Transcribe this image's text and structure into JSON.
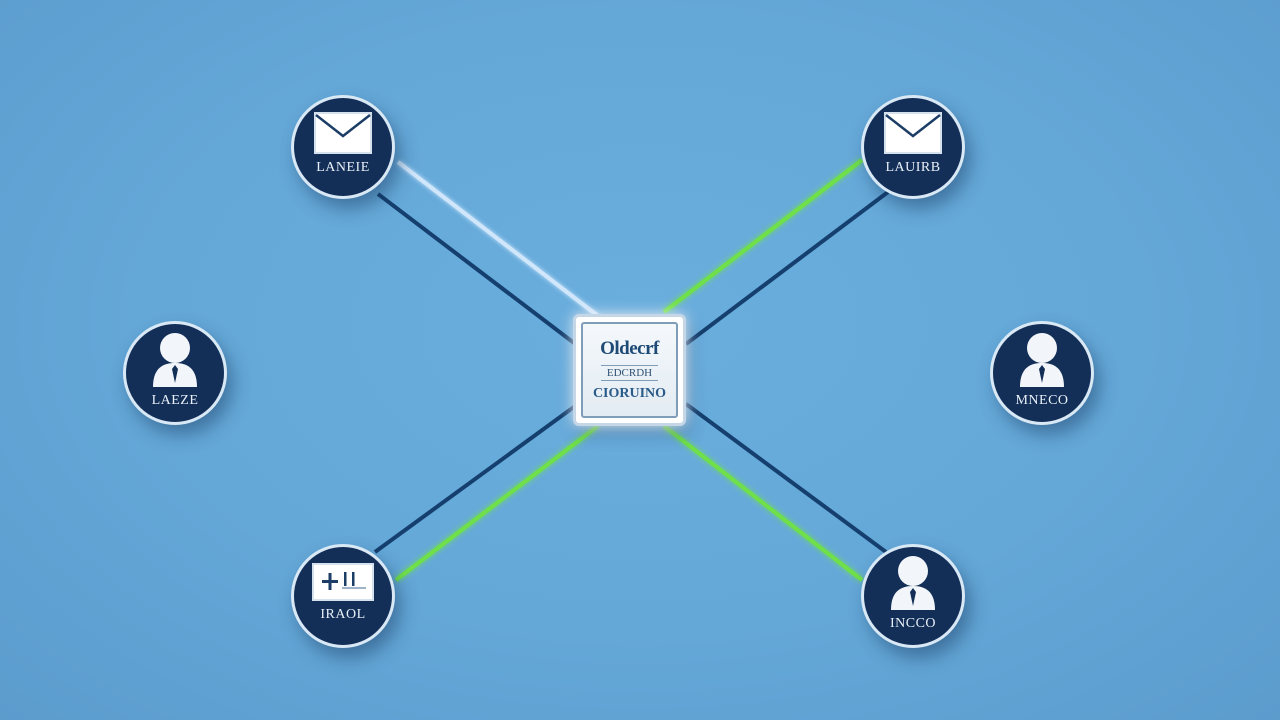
{
  "colors": {
    "background": "#64a8d8",
    "node_fill": "#132f58",
    "node_border": "#d9e8f5",
    "link_dark": "#153f6e",
    "link_light": "#cfe6fb",
    "link_green": "#6fe04a",
    "hub_text": "#1e4a76"
  },
  "hub": {
    "title": "Oldecrf",
    "subtitle": "EDCRDH",
    "footer": "CIORUINO"
  },
  "nodes": [
    {
      "id": "top-left",
      "icon": "envelope-icon",
      "label": "LANEIE"
    },
    {
      "id": "top-right",
      "icon": "envelope-icon",
      "label": "LAUIRB"
    },
    {
      "id": "mid-left",
      "icon": "user-icon",
      "label": "LAEZE"
    },
    {
      "id": "mid-right",
      "icon": "user-icon",
      "label": "MNECO"
    },
    {
      "id": "bottom-left",
      "icon": "document-icon",
      "label": "IRAOL"
    },
    {
      "id": "bottom-right",
      "icon": "user-icon",
      "label": "INCCO"
    }
  ]
}
